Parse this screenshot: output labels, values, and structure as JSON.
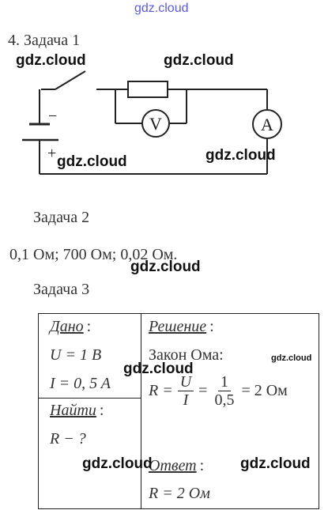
{
  "watermarks": {
    "top": "gdz.cloud",
    "w1": "gdz.cloud",
    "w2": "gdz.cloud",
    "w3": "gdz.cloud",
    "w4": "gdz.cloud",
    "w5": "gdz.cloud",
    "w6": "gdz.cloud",
    "w7": "gdz.cloud",
    "w8": "gdz.cloud",
    "w9": "gdz.cloud"
  },
  "task1": {
    "heading": "4. Задача 1",
    "voltmeter_label": "V",
    "ammeter_label": "A",
    "minus": "−",
    "plus": "+"
  },
  "task2": {
    "heading": "Задача 2",
    "answer": "0,1 Ом; 700 Ом; 0,02 Ом."
  },
  "task3": {
    "heading": "Задача 3",
    "given_title": "Дано",
    "given_colon": ":",
    "given_u": "U = 1 B",
    "given_i": "I = 0, 5 A",
    "find_title": "Найти",
    "find_colon": ":",
    "find_r": "R − ?",
    "solution_title": "Решение",
    "solution_colon": ":",
    "ohm_law": "Закон Ома:",
    "formula_r": "R =",
    "formula_u": "U",
    "formula_i": "I",
    "formula_eq1": "=",
    "formula_one": "1",
    "formula_half": "0,5",
    "formula_result": "= 2 Ом",
    "answer_title": "Ответ",
    "answer_colon": ":",
    "answer_value": "R = 2 Ом"
  }
}
